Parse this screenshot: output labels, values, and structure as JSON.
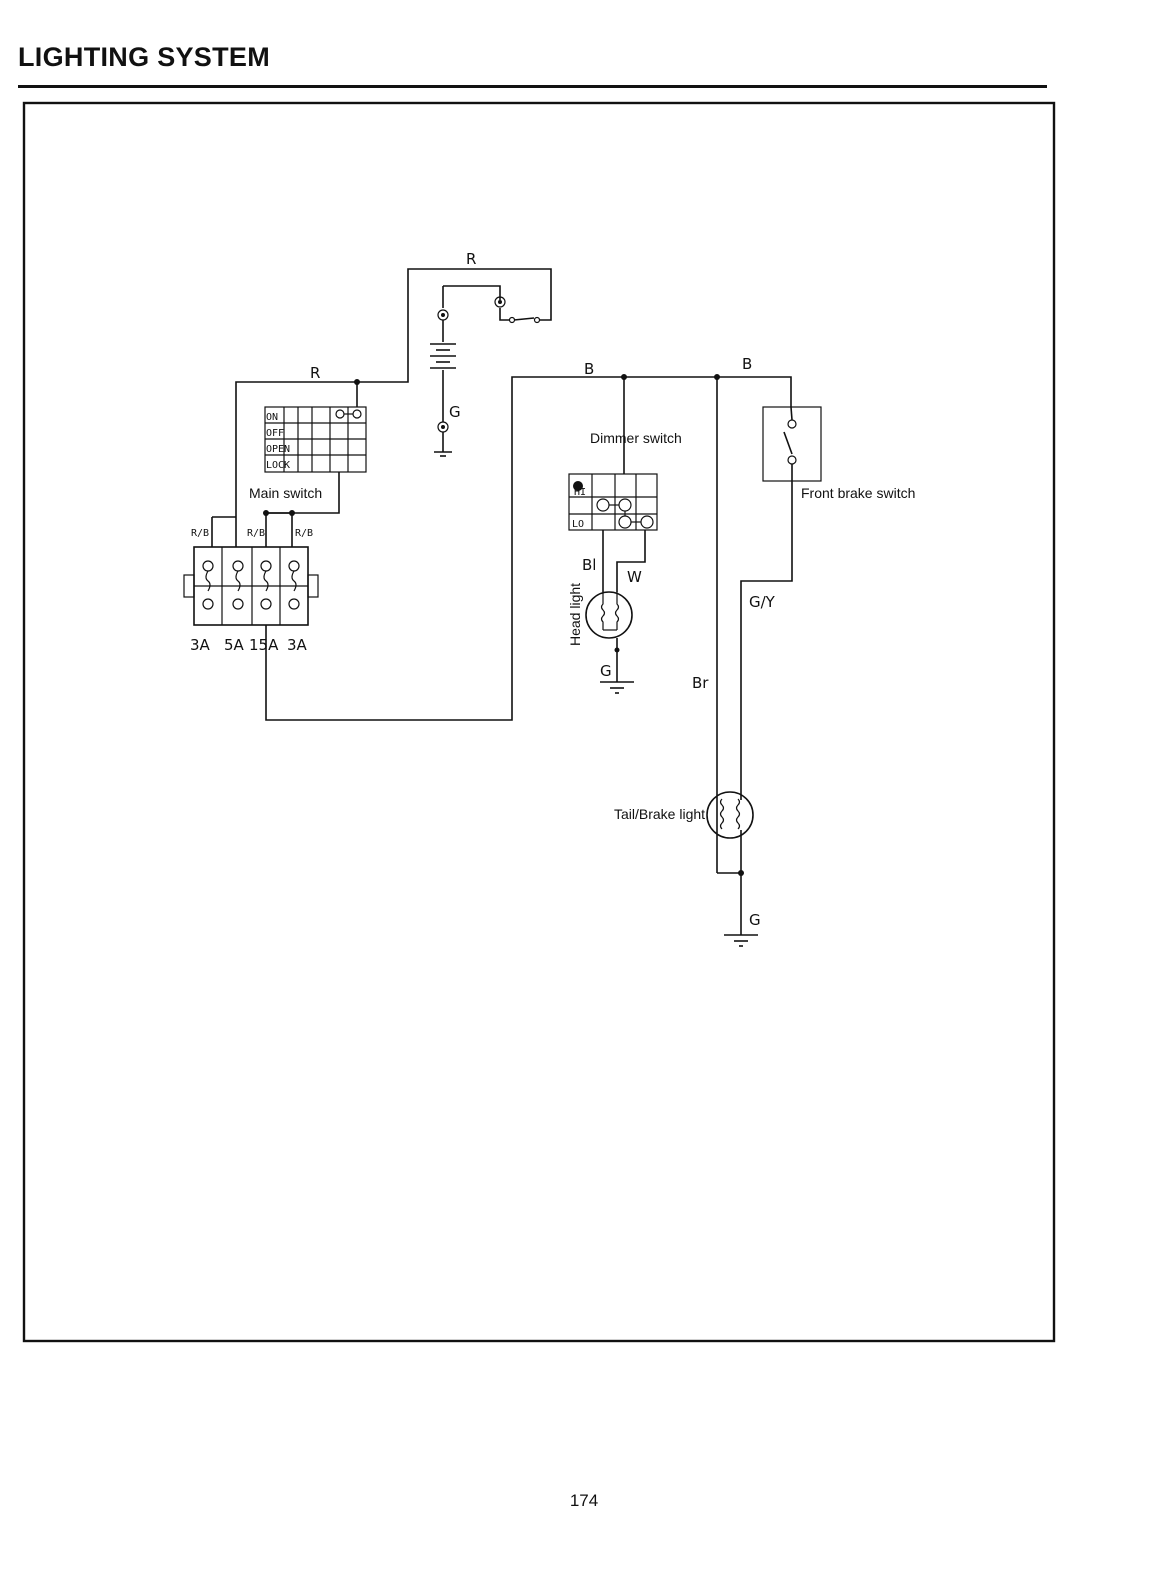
{
  "header": {
    "title": "LIGHTING SYSTEM"
  },
  "footer": {
    "page_number": "174"
  },
  "wires": {
    "battery_top": "R",
    "main_feed": "R",
    "battery_ground": "G",
    "bus_left": "B",
    "bus_right": "B",
    "headlight_hi": "Bl",
    "headlight_lo": "W",
    "headlight_ground": "G",
    "brake_switch_out": "G/Y",
    "tail_feed": "Br",
    "tail_ground": "G",
    "fuse_feed_1": "R/B",
    "fuse_feed_2": "R/B",
    "fuse_feed_3": "R/B"
  },
  "components": {
    "main_switch": {
      "label": "Main switch",
      "positions": [
        "ON",
        "OFF",
        "OPEN",
        "LOCK"
      ]
    },
    "dimmer_switch": {
      "label": "Dimmer switch",
      "positions": [
        "HI",
        "LO"
      ]
    },
    "front_brake_switch": {
      "label": "Front brake switch"
    },
    "headlight": {
      "label": "Head light"
    },
    "tail_light": {
      "label": "Tail/Brake light"
    }
  },
  "fuses": [
    {
      "rating": "3A"
    },
    {
      "rating": "5A"
    },
    {
      "rating": "15A"
    },
    {
      "rating": "3A"
    }
  ]
}
